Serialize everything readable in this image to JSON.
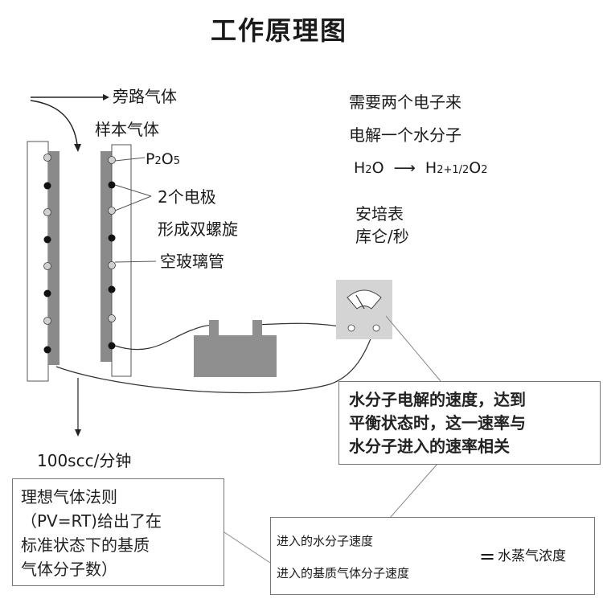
{
  "title": "工作原理图",
  "labels": {
    "bypass_gas": "旁路气体",
    "sample_gas": "样本气体",
    "p2o5_p": "P",
    "p2o5_2": "2",
    "p2o5_o": "O",
    "p2o5_5": "5",
    "electrodes_line1": "2个电极",
    "electrodes_line2": "形成双螺旋",
    "glass_tube": "空玻璃管",
    "flow_rate": "100scc/分钟"
  },
  "electrolysis": {
    "line1": "需要两个电子来",
    "line2": "电解一个水分子",
    "eq_h": "H",
    "eq_2a": "2",
    "eq_o": "O",
    "eq_arrow": "⟶",
    "eq_h2": "H",
    "eq_2b": "2",
    "eq_plus": "+1/2",
    "eq_o2": "O",
    "eq_2c": "2"
  },
  "ammeter": {
    "line1": "安培表",
    "line2": "库仑/秒"
  },
  "rate_box": {
    "line1": "水分子电解的速度，达到",
    "line2": "平衡状态时，这一速率与",
    "line3": "水分子进入的速率相关"
  },
  "gas_law_box": {
    "line1": "理想气体法则",
    "line2": "（PV=RT)给出了在",
    "line3": "标准状态下的基质",
    "line4": "气体分子数）"
  },
  "formula": {
    "numerator": "进入的水分子速度",
    "denominator": "进入的基质气体分子速度",
    "equals": "=",
    "result": "水蒸气浓度"
  },
  "colors": {
    "electrode_bar": "#8a8a8a",
    "battery": "#8f8f8f",
    "meter": "#d4d4d4",
    "dot_light": "#cfcfcf",
    "dot_dark": "#111111"
  }
}
